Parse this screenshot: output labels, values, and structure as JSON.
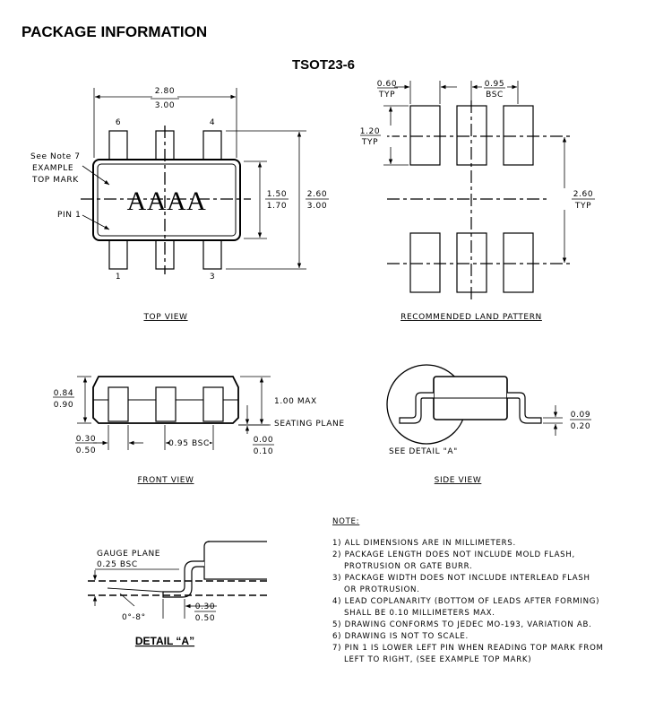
{
  "header": {
    "title": "PACKAGE INFORMATION",
    "package_name": "TSOT23-6"
  },
  "top_view": {
    "caption": "TOP VIEW",
    "width_min": "2.80",
    "width_max": "3.00",
    "body_min": "1.50",
    "body_max": "1.70",
    "height_min": "2.60",
    "height_max": "3.00",
    "pin_6": "6",
    "pin_4": "4",
    "pin_1_num": "1",
    "pin_3": "3",
    "top_mark_text": "AAAA",
    "note_line1": "See Note 7",
    "note_line2": "EXAMPLE",
    "note_line3": "TOP MARK",
    "pin1_label": "PIN 1"
  },
  "land_pattern": {
    "caption": "RECOMMENDED LAND PATTERN",
    "pad_width": "0.60",
    "pad_width_tag": "TYP",
    "pitch": "0.95",
    "pitch_tag": "BSC",
    "pad_length": "1.20",
    "pad_length_tag": "TYP",
    "span": "2.60",
    "span_tag": "TYP"
  },
  "front_view": {
    "caption": "FRONT VIEW",
    "thick_min": "0.84",
    "thick_max": "0.90",
    "max_height": "1.00 MAX",
    "seating_plane": "SEATING PLANE",
    "lead_w_min": "0.30",
    "lead_w_max": "0.50",
    "pitch": "0.95 BSC",
    "standoff_min": "0.00",
    "standoff_max": "0.10"
  },
  "side_view": {
    "caption": "SIDE VIEW",
    "lead_t_min": "0.09",
    "lead_t_max": "0.20",
    "detail_ref": "SEE DETAIL \"A\""
  },
  "detail_a": {
    "caption": "DETAIL “A”",
    "gauge_plane": "GAUGE PLANE",
    "gauge_dist": "0.25 BSC",
    "angle": "0°-8°",
    "foot_min": "0.30",
    "foot_max": "0.50"
  },
  "notes": {
    "title": "NOTE:",
    "lines": [
      "1) ALL DIMENSIONS ARE IN MILLIMETERS.",
      "2) PACKAGE LENGTH DOES NOT INCLUDE MOLD FLASH,",
      "PROTRUSION OR GATE BURR.",
      "3) PACKAGE WIDTH DOES NOT INCLUDE INTERLEAD FLASH",
      "OR PROTRUSION.",
      "4) LEAD COPLANARITY (BOTTOM OF LEADS AFTER FORMING)",
      "SHALL BE 0.10 MILLIMETERS MAX.",
      "5) DRAWING CONFORMS TO JEDEC MO-193, VARIATION AB.",
      "6) DRAWING IS NOT TO SCALE.",
      "7) PIN 1 IS LOWER LEFT PIN WHEN READING TOP MARK FROM",
      "LEFT TO RIGHT, (SEE EXAMPLE TOP MARK)"
    ]
  }
}
